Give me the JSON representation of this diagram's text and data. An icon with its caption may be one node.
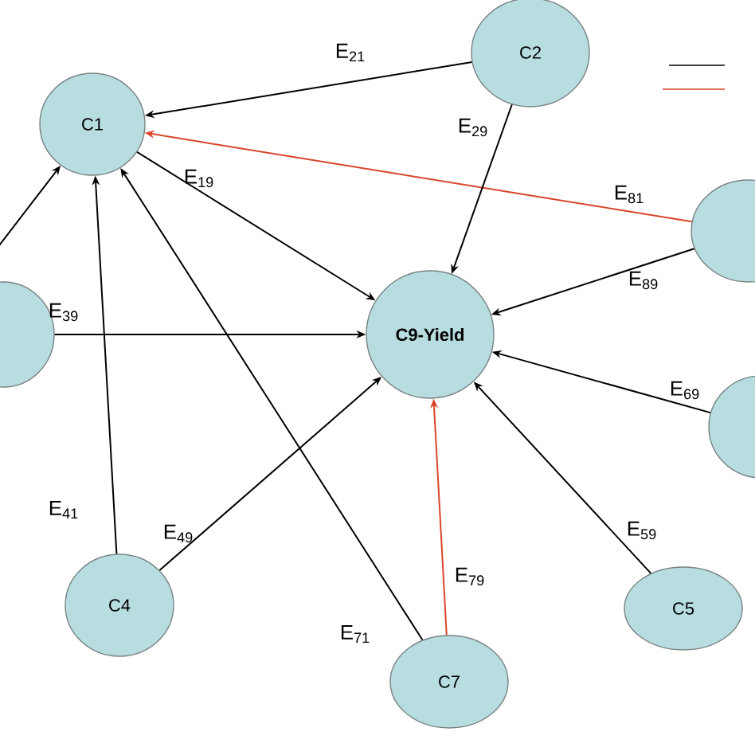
{
  "diagram": {
    "nodes": [
      {
        "text": [
          "C1"
        ]
      },
      {
        "text": [
          "C2"
        ]
      },
      {
        "text": [],
        "shape": "circle"
      },
      {
        "text": [],
        "shape": "circle"
      },
      {
        "text": [
          "C9-Yield"
        ]
      },
      {
        "text": [],
        "shape": "circle"
      },
      {
        "text": [
          "C4"
        ]
      },
      {
        "text": [
          "C7"
        ]
      },
      {
        "text": [
          "C5"
        ]
      }
    ],
    "edges": [
      {
        "from": 1,
        "to": 0,
        "arrow": "to",
        "label": "E$_{21}$"
      },
      {
        "from": 2,
        "to": 0,
        "arrow": "to",
        "label": "E$_{81}$",
        "color": "#d9452b"
      },
      {
        "from": 0,
        "to": 4,
        "arrow": "to",
        "label": "E$_{19}$"
      },
      {
        "from": 1,
        "to": 4,
        "arrow": "to",
        "label": "E$_{29}$"
      },
      {
        "from": 2,
        "to": 4,
        "arrow": "to",
        "label": "E$_{89}$"
      },
      {
        "from": 3,
        "to": 4,
        "arrow": "to",
        "label": "E$_{39}$"
      },
      {
        "from": null,
        "to": 0,
        "arrow": "to"
      },
      {
        "from": 6,
        "to": 0,
        "arrow": "to",
        "label": "E$_{41}$"
      },
      {
        "from": 6,
        "to": 4,
        "arrow": "to",
        "label": "E$_{49}$"
      },
      {
        "from": 7,
        "to": 0,
        "arrow": "to",
        "label": "E$_{71}$"
      },
      {
        "from": 7,
        "to": 4,
        "arrow": "to",
        "label": "E$_{79}$",
        "color": "#d9452b"
      },
      {
        "from": 8,
        "to": 4,
        "arrow": "to",
        "label": "E$_{59}$"
      },
      {
        "from": 5,
        "to": 4,
        "arrow": "to",
        "label": "E$_{69}$"
      }
    ]
  }
}
